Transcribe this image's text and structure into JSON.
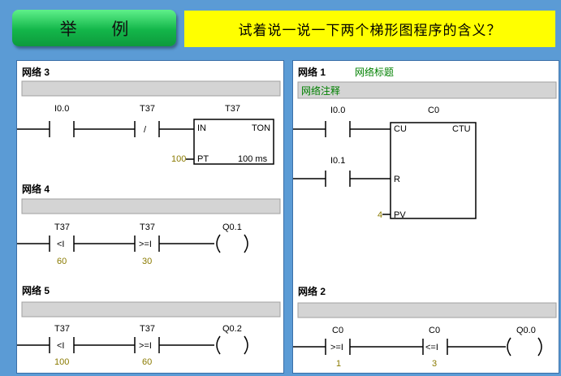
{
  "header": {
    "example_label": "举 例",
    "question": "试着说一说一下两个梯形图程序的含义？"
  },
  "left": {
    "network3": {
      "title": "网络 3",
      "contact1": "I0.0",
      "contact2": "T37",
      "contact2_sym": "/",
      "box_name": "T37",
      "box_in": "IN",
      "box_type": "TON",
      "box_pt": "PT",
      "box_res": "100 ms",
      "pt_value": "100"
    },
    "network4": {
      "title": "网络 4",
      "c1": "T37",
      "c1_sym": "<I",
      "c1_val": "60",
      "c2": "T37",
      "c2_sym": ">=I",
      "c2_val": "30",
      "coil": "Q0.1"
    },
    "network5": {
      "title": "网络 5",
      "c1": "T37",
      "c1_sym": "<I",
      "c1_val": "100",
      "c2": "T37",
      "c2_sym": ">=I",
      "c2_val": "60",
      "coil": "Q0.2"
    }
  },
  "right": {
    "network1": {
      "title": "网络 1",
      "subtitle": "网络标题",
      "comment": "网络注释",
      "contact1": "I0.0",
      "contact2": "I0.1",
      "box_name": "C0",
      "cu": "CU",
      "ctu": "CTU",
      "r": "R",
      "pv": "PV",
      "pv_value": "4"
    },
    "network2": {
      "title": "网络 2",
      "c1": "C0",
      "c1_sym": ">=I",
      "c1_val": "1",
      "c2": "C0",
      "c2_sym": "<=I",
      "c2_val": "3",
      "coil": "Q0.0"
    }
  }
}
